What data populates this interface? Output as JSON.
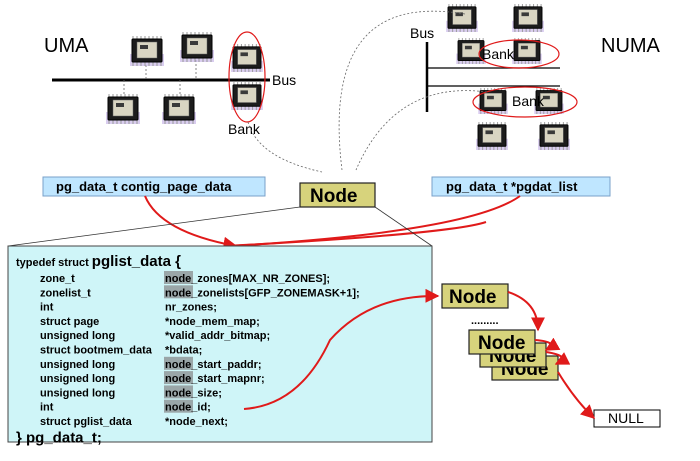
{
  "labels": {
    "uma": "UMA",
    "numa": "NUMA",
    "bus_left": "Bus",
    "bus_right": "Bus",
    "bank_left": "Bank",
    "bank_right_top": "Bank",
    "bank_right_bottom": "Bank"
  },
  "vars": {
    "contig": "pg_data_t  contig_page_data",
    "pgdat_list": "pg_data_t  *pgdat_list"
  },
  "node_label": "Node",
  "null_label": "NULL",
  "ellipsis": ".........",
  "struct": {
    "header_prefix": "typedef struct ",
    "header_name": "pglist_data",
    "header_brace": " {",
    "footer_brace": "} ",
    "footer_name": "pg_data_t",
    "footer_semi": ";",
    "fields": [
      {
        "type": "zone_t",
        "hl": "node",
        "rest": "_zones[MAX_NR_ZONES];"
      },
      {
        "type": "zonelist_t",
        "hl": "node",
        "rest": "_zonelists[GFP_ZONEMASK+1];"
      },
      {
        "type": "int",
        "hl": "",
        "rest": "nr_zones;"
      },
      {
        "type": "struct page",
        "hl": "",
        "rest": "*node_mem_map;"
      },
      {
        "type": "unsigned long",
        "hl": "",
        "rest": "*valid_addr_bitmap;"
      },
      {
        "type": "struct bootmem_data",
        "hl": "",
        "rest": "*bdata;"
      },
      {
        "type": "unsigned long",
        "hl": "node",
        "rest": "_start_paddr;"
      },
      {
        "type": "unsigned long",
        "hl": "node",
        "rest": "_start_mapnr;"
      },
      {
        "type": "unsigned long",
        "hl": "node",
        "rest": "_size;"
      },
      {
        "type": "int",
        "hl": "node",
        "rest": "_id;"
      },
      {
        "type": "struct pglist_data",
        "hl": "",
        "rest": "*node_next;"
      }
    ]
  }
}
